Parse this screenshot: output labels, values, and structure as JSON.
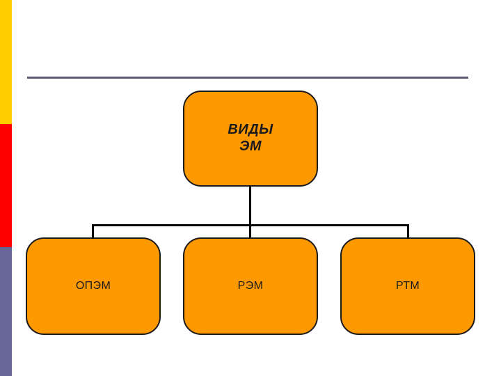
{
  "slide": {
    "background_color": "#ffffff",
    "accent_orange": "#ff9900",
    "outline_color": "#1a1a1a",
    "divider_color": "#5a5a72"
  },
  "side_bar": {
    "segments": [
      {
        "name": "yellow",
        "color": "#ffcc00"
      },
      {
        "name": "red",
        "color": "#ff0000"
      },
      {
        "name": "purple",
        "color": "#666699"
      }
    ]
  },
  "diagram": {
    "type": "org-chart",
    "root": {
      "label": "ВИДЫ\nЭМ",
      "bold": true,
      "italic": true
    },
    "children": [
      {
        "label": "ОПЭМ"
      },
      {
        "label": "РЭМ"
      },
      {
        "label": "РТМ"
      }
    ]
  }
}
